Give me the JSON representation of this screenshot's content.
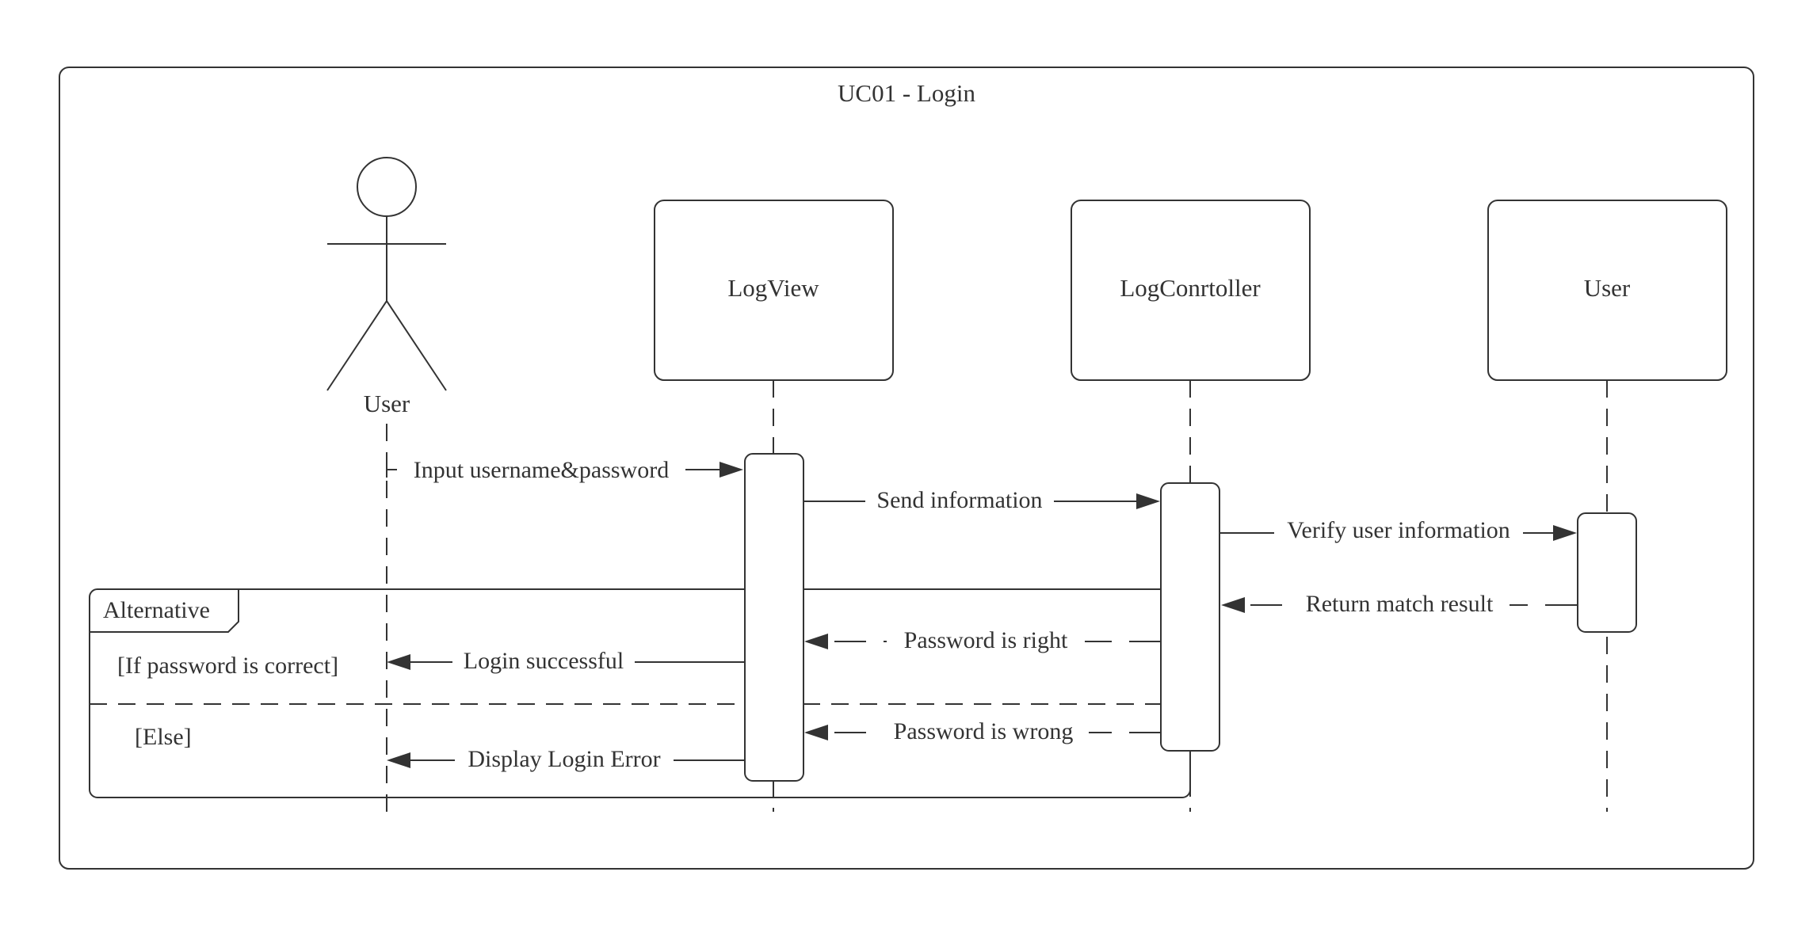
{
  "diagram": {
    "title": "UC01 - Login",
    "actor": {
      "label": "User"
    },
    "lifelines": [
      {
        "id": "logview",
        "label": "LogView"
      },
      {
        "id": "logcontroller",
        "label": "LogConrtoller"
      },
      {
        "id": "user-object",
        "label": "User"
      }
    ],
    "messages": [
      {
        "id": "input-credentials",
        "label": "Input username&password",
        "from": "User",
        "to": "LogView",
        "style": "solid"
      },
      {
        "id": "send-information",
        "label": "Send information",
        "from": "LogView",
        "to": "LogConrtoller",
        "style": "solid"
      },
      {
        "id": "verify-user-information",
        "label": "Verify user information",
        "from": "LogConrtoller",
        "to": "User",
        "style": "solid"
      },
      {
        "id": "return-match-result",
        "label": "Return match result",
        "from": "User",
        "to": "LogConrtoller",
        "style": "dashed"
      },
      {
        "id": "password-right",
        "label": "Password is right",
        "from": "LogConrtoller",
        "to": "LogView",
        "style": "dashed"
      },
      {
        "id": "login-successful",
        "label": "Login successful",
        "from": "LogView",
        "to": "User",
        "style": "solid"
      },
      {
        "id": "password-wrong",
        "label": "Password is wrong",
        "from": "LogConrtoller",
        "to": "LogView",
        "style": "dashed"
      },
      {
        "id": "display-login-error",
        "label": "Display Login Error",
        "from": "LogView",
        "to": "User",
        "style": "solid"
      }
    ],
    "fragment": {
      "operator": "Alternative",
      "guards": [
        "[If password is correct]",
        "[Else]"
      ]
    }
  }
}
